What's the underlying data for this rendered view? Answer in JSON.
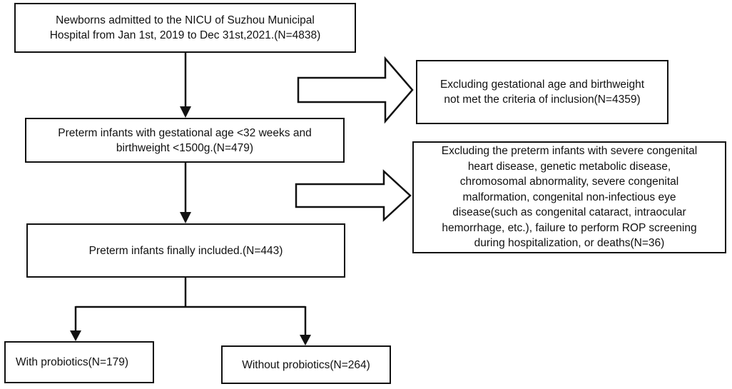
{
  "flowchart": {
    "boxes": {
      "admitted": "Newborns admitted to the NICU of Suzhou Municipal\nHospital from Jan 1st, 2019 to Dec 31st,2021.(N=4838)",
      "preterm": "Preterm infants with gestational age <32 weeks and\nbirthweight <1500g.(N=479)",
      "included": "Preterm infants finally included.(N=443)",
      "with_probiotics": "With probiotics(N=179)",
      "without_probiotics": "Without probiotics(N=264)"
    },
    "exclusions": {
      "first": "Excluding gestational age and birthweight\nnot met the criteria of inclusion(N=4359)",
      "second": "Excluding the preterm infants with severe congenital\nheart disease, genetic metabolic disease,\nchromosomal abnormality, severe congenital\nmalformation, congenital non-infectious eye\ndisease(such as congenital cataract, intraocular\nhemorrhage, etc.), failure to perform ROP screening\nduring hospitalization, or deaths(N=36)"
    }
  }
}
